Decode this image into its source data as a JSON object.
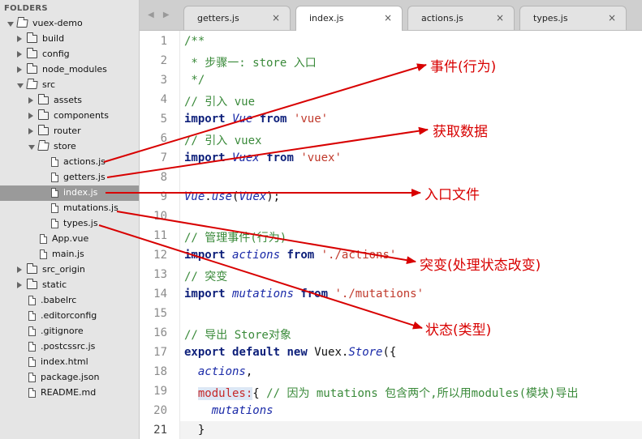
{
  "sidebar": {
    "heading": "FOLDERS",
    "items": [
      {
        "label": "vuex-demo",
        "type": "folder",
        "expanded": true,
        "depth": 0
      },
      {
        "label": "build",
        "type": "folder",
        "expanded": false,
        "depth": 1
      },
      {
        "label": "config",
        "type": "folder",
        "expanded": false,
        "depth": 1
      },
      {
        "label": "node_modules",
        "type": "folder",
        "expanded": false,
        "depth": 1
      },
      {
        "label": "src",
        "type": "folder",
        "expanded": true,
        "depth": 1
      },
      {
        "label": "assets",
        "type": "folder",
        "expanded": false,
        "depth": 2
      },
      {
        "label": "components",
        "type": "folder",
        "expanded": false,
        "depth": 2
      },
      {
        "label": "router",
        "type": "folder",
        "expanded": false,
        "depth": 2
      },
      {
        "label": "store",
        "type": "folder",
        "expanded": true,
        "depth": 2
      },
      {
        "label": "actions.js",
        "type": "file",
        "depth": 3
      },
      {
        "label": "getters.js",
        "type": "file",
        "depth": 3
      },
      {
        "label": "index.js",
        "type": "file",
        "depth": 3,
        "selected": true
      },
      {
        "label": "mutations.js",
        "type": "file",
        "depth": 3
      },
      {
        "label": "types.js",
        "type": "file",
        "depth": 3
      },
      {
        "label": "App.vue",
        "type": "file",
        "depth": 2
      },
      {
        "label": "main.js",
        "type": "file",
        "depth": 2
      },
      {
        "label": "src_origin",
        "type": "folder",
        "expanded": false,
        "depth": 1
      },
      {
        "label": "static",
        "type": "folder",
        "expanded": false,
        "depth": 1
      },
      {
        "label": ".babelrc",
        "type": "file",
        "depth": 1
      },
      {
        "label": ".editorconfig",
        "type": "file",
        "depth": 1
      },
      {
        "label": ".gitignore",
        "type": "file",
        "depth": 1
      },
      {
        "label": ".postcssrc.js",
        "type": "file",
        "depth": 1
      },
      {
        "label": "index.html",
        "type": "file",
        "depth": 1
      },
      {
        "label": "package.json",
        "type": "file",
        "depth": 1
      },
      {
        "label": "README.md",
        "type": "file",
        "depth": 1
      }
    ]
  },
  "tabs": [
    {
      "label": "getters.js",
      "close": "×",
      "active": false
    },
    {
      "label": "index.js",
      "close": "×",
      "active": true
    },
    {
      "label": "actions.js",
      "close": "×",
      "active": false
    },
    {
      "label": "types.js",
      "close": "×",
      "active": false
    }
  ],
  "editor": {
    "current_line": 21,
    "lines": [
      [
        {
          "t": "/**",
          "c": "comment"
        }
      ],
      [
        {
          "t": " * 步骤一: store 入口",
          "c": "comment"
        }
      ],
      [
        {
          "t": " */",
          "c": "comment"
        }
      ],
      [
        {
          "t": "// 引入 vue",
          "c": "comment"
        }
      ],
      [
        {
          "t": "import",
          "c": "kw"
        },
        {
          "t": " ",
          "c": "plain"
        },
        {
          "t": "Vue",
          "c": "id"
        },
        {
          "t": " ",
          "c": "plain"
        },
        {
          "t": "from",
          "c": "kw"
        },
        {
          "t": " ",
          "c": "plain"
        },
        {
          "t": "'vue'",
          "c": "str"
        }
      ],
      [
        {
          "t": "// 引入 vuex",
          "c": "comment"
        }
      ],
      [
        {
          "t": "import",
          "c": "kw"
        },
        {
          "t": " ",
          "c": "plain"
        },
        {
          "t": "Vuex",
          "c": "id"
        },
        {
          "t": " ",
          "c": "plain"
        },
        {
          "t": "from",
          "c": "kw"
        },
        {
          "t": " ",
          "c": "plain"
        },
        {
          "t": "'vuex'",
          "c": "str"
        }
      ],
      [],
      [
        {
          "t": "Vue",
          "c": "id"
        },
        {
          "t": ".",
          "c": "plain"
        },
        {
          "t": "use",
          "c": "id"
        },
        {
          "t": "(",
          "c": "plain"
        },
        {
          "t": "Vuex",
          "c": "id"
        },
        {
          "t": ");",
          "c": "plain"
        }
      ],
      [],
      [
        {
          "t": "// 管理事件(行为)",
          "c": "comment"
        }
      ],
      [
        {
          "t": "import",
          "c": "kw"
        },
        {
          "t": " ",
          "c": "plain"
        },
        {
          "t": "actions",
          "c": "id"
        },
        {
          "t": " ",
          "c": "plain"
        },
        {
          "t": "from",
          "c": "kw"
        },
        {
          "t": " ",
          "c": "plain"
        },
        {
          "t": "'./actions'",
          "c": "str"
        }
      ],
      [
        {
          "t": "// 突变",
          "c": "comment"
        }
      ],
      [
        {
          "t": "import",
          "c": "kw"
        },
        {
          "t": " ",
          "c": "plain"
        },
        {
          "t": "mutations",
          "c": "id"
        },
        {
          "t": " ",
          "c": "plain"
        },
        {
          "t": "from",
          "c": "kw"
        },
        {
          "t": " ",
          "c": "plain"
        },
        {
          "t": "'./mutations'",
          "c": "str"
        }
      ],
      [],
      [
        {
          "t": "// 导出 Store对象",
          "c": "comment"
        }
      ],
      [
        {
          "t": "export",
          "c": "kw"
        },
        {
          "t": " ",
          "c": "plain"
        },
        {
          "t": "default",
          "c": "kw"
        },
        {
          "t": " ",
          "c": "plain"
        },
        {
          "t": "new",
          "c": "kw"
        },
        {
          "t": " Vuex.",
          "c": "plain"
        },
        {
          "t": "Store",
          "c": "id"
        },
        {
          "t": "({",
          "c": "plain"
        }
      ],
      [
        {
          "t": "  ",
          "c": "plain"
        },
        {
          "t": "actions",
          "c": "id"
        },
        {
          "t": ",",
          "c": "plain"
        }
      ],
      [
        {
          "t": "  ",
          "c": "plain"
        },
        {
          "t": "modules:",
          "c": "modules"
        },
        {
          "t": "{ ",
          "c": "plain"
        },
        {
          "t": "// 因为 mutations 包含两个,所以用modules(模块)导出",
          "c": "comment"
        }
      ],
      [
        {
          "t": "    ",
          "c": "plain"
        },
        {
          "t": "mutations",
          "c": "id"
        }
      ],
      [
        {
          "t": "  }",
          "c": "plain"
        }
      ]
    ]
  },
  "annotations": [
    {
      "text": "事件(行为)"
    },
    {
      "text": "获取数据"
    },
    {
      "text": "入口文件"
    },
    {
      "text": "突变(处理状态改变)"
    },
    {
      "text": "状态(类型)"
    }
  ]
}
